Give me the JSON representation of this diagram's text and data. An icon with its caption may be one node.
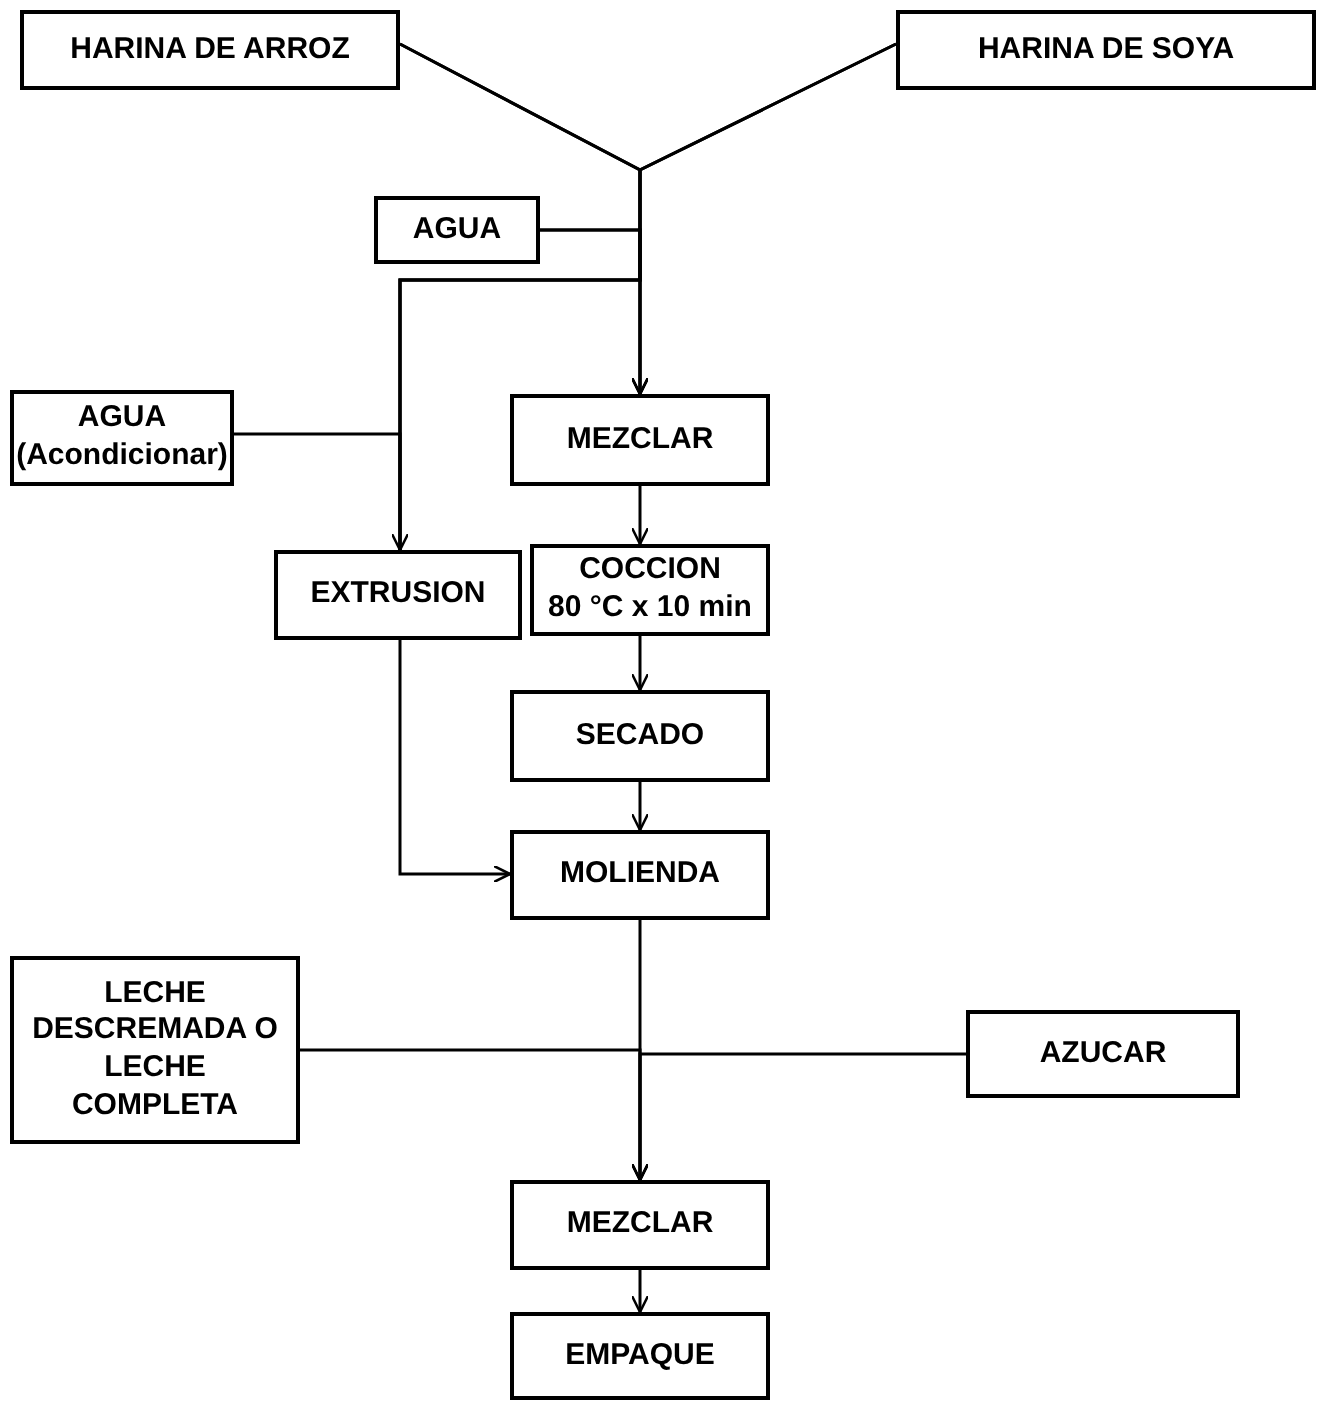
{
  "diagram": {
    "nodes": [
      {
        "text": [
          "HARINA DE ARROZ"
        ]
      },
      {
        "text": [
          "HARINA DE SOYA"
        ]
      },
      {
        "text": [
          "AGUA"
        ]
      },
      {
        "text": [
          "AGUA",
          "(Acondicionar)"
        ]
      },
      {
        "text": [
          "MEZCLAR"
        ]
      },
      {
        "text": [
          "COCCION",
          "80 °C x 10 min"
        ]
      },
      {
        "text": [
          "EXTRUSION"
        ]
      },
      {
        "text": [
          "SECADO"
        ]
      },
      {
        "text": [
          "MOLIENDA"
        ]
      },
      {
        "text": [
          "LECHE DESCREMADA O LECHE COMPLETA"
        ]
      },
      {
        "text": [
          "AZUCAR"
        ]
      },
      {
        "text": [
          "MEZCLAR"
        ]
      },
      {
        "text": [
          "EMPAQUE"
        ]
      }
    ],
    "edges": [
      {
        "from": 0,
        "to": 4,
        "arrow": "to"
      },
      {
        "from": 1,
        "to": 4,
        "arrow": "to"
      },
      {
        "from": 0,
        "to": 6,
        "arrow": "none"
      },
      {
        "from": 1,
        "to": 6,
        "arrow": "none"
      },
      {
        "from": 2,
        "to": 4,
        "arrow": "to"
      },
      {
        "from": 2,
        "to": 6,
        "arrow": "none"
      },
      {
        "from": 3,
        "to": 6,
        "arrow": "to"
      },
      {
        "from": 4,
        "to": 5,
        "arrow": "to"
      },
      {
        "from": 5,
        "to": 7,
        "arrow": "to"
      },
      {
        "from": 7,
        "to": 8,
        "arrow": "to"
      },
      {
        "from": 6,
        "to": 8,
        "arrow": "to"
      },
      {
        "from": 8,
        "to": 11,
        "arrow": "to"
      },
      {
        "from": 9,
        "to": 11,
        "arrow": "to"
      },
      {
        "from": 10,
        "to": 11,
        "arrow": "to"
      },
      {
        "from": 11,
        "to": 12,
        "arrow": "to"
      }
    ]
  }
}
